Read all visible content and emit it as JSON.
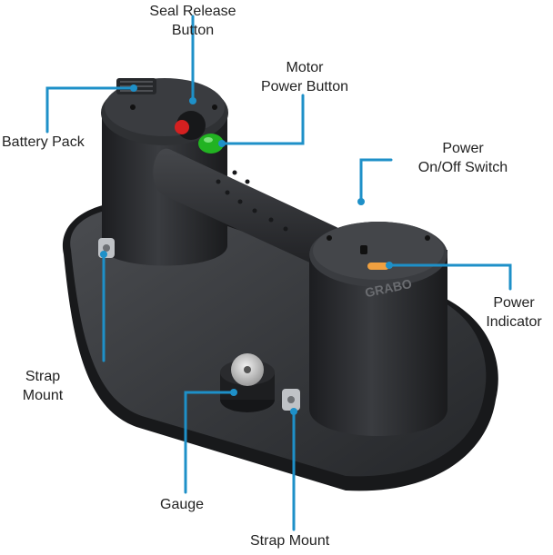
{
  "callouts": {
    "seal_release_button": [
      "Seal Release",
      "Button"
    ],
    "motor_power_button": [
      "Motor",
      "Power Button"
    ],
    "battery_pack": "Battery Pack",
    "power_switch": [
      "Power",
      "On/Off Switch"
    ],
    "power_indicator": [
      "Power",
      "Indicator"
    ],
    "strap_mount_left": [
      "Strap",
      "Mount"
    ],
    "gauge": "Gauge",
    "strap_mount_bottom": "Strap Mount"
  },
  "device_markings": {
    "brand": "GRABO"
  },
  "colors": {
    "leader_line": "#1e90c8",
    "device_body": "#2b2d30",
    "seal_release_button": "#d42020",
    "motor_power_button": "#22b322",
    "label_text": "#222222"
  }
}
